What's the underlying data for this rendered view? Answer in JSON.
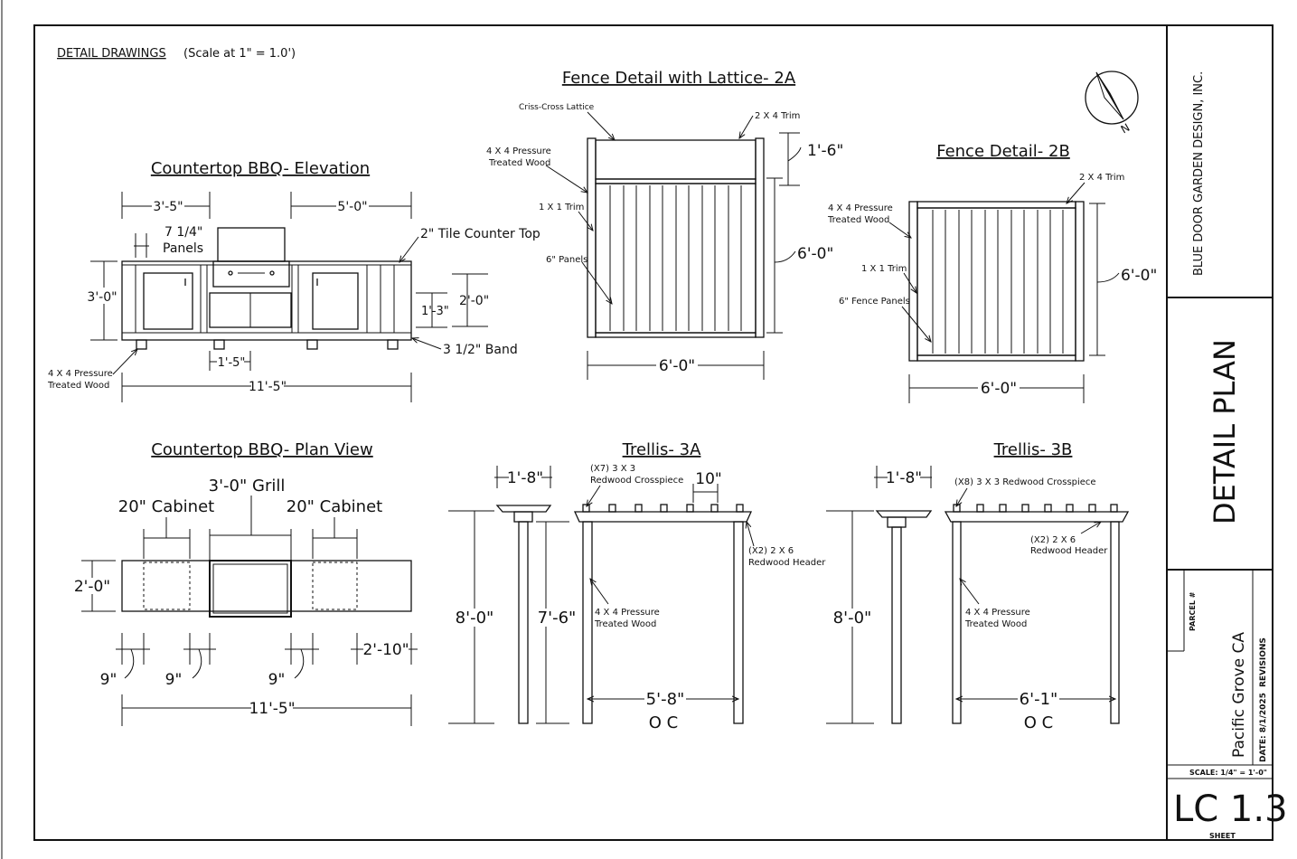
{
  "sheet": {
    "header": "DETAIL DRAWINGS",
    "scale_note": "(Scale at 1\" = 1.0')"
  },
  "bbq_elevation": {
    "title": "Countertop BBQ-  Elevation",
    "dim_left_top": "3'-5\"",
    "dim_right_top": "5'-0\"",
    "panels_width": "7 1/4\"",
    "panels_label": "Panels",
    "counter_label": "2\" Tile Counter Top",
    "height": "3'-0\"",
    "door_height": "2'-0\"",
    "drawer_height": "1'-3\"",
    "drawer_width": "1'-5\"",
    "band_label": "3 1/2\" Band",
    "post_label_1": "4 X 4 Pressure",
    "post_label_2": "Treated Wood",
    "overall": "11'-5\""
  },
  "bbq_plan": {
    "title": "Countertop BBQ- Plan View",
    "grill_label": "3'-0\" Grill",
    "cab_left": "20\" Cabinet",
    "cab_right": "20\" Cabinet",
    "depth": "2'-0\"",
    "gap1": "9\"",
    "gap2": "9\"",
    "gap3": "9\"",
    "end": "2'-10\"",
    "overall": "11'-5\""
  },
  "fence_2a": {
    "title": "Fence Detail with Lattice- 2A",
    "lattice_label": "Criss-Cross Lattice",
    "trim_label": "2 X 4 Trim",
    "post_label_1": "4 X 4 Pressure",
    "post_label_2": "Treated Wood",
    "trim1_label": "1 X 1 Trim",
    "panels_label": "6\" Panels",
    "lattice_height": "1'-6\"",
    "panel_height": "6'-0\"",
    "width": "6'-0\""
  },
  "fence_2b": {
    "title": "Fence Detail- 2B",
    "trim_label": "2 X 4 Trim",
    "post_label_1": "4 X 4 Pressure",
    "post_label_2": "Treated Wood",
    "trim1_label": "1 X 1 Trim",
    "panels_label": "6\" Fence Panels",
    "height": "6'-0\"",
    "width": "6'-0\""
  },
  "trellis_3a": {
    "title": "Trellis- 3A",
    "side_width": "1'-8\"",
    "crosspiece_1": "(X7) 3 X 3",
    "crosspiece_2": "Redwood Crosspiece",
    "spacing": "10\"",
    "header_1": "(X2) 2 X 6",
    "header_2": "Redwood Header",
    "post_1": "4 X 4 Pressure",
    "post_2": "Treated Wood",
    "height_total": "8'-0\"",
    "height_clear": "7'-6\"",
    "span": "5'-8\"",
    "oc": "O C"
  },
  "trellis_3b": {
    "title": "Trellis- 3B",
    "side_width": "1'-8\"",
    "crosspiece": "(X8) 3 X 3 Redwood Crosspiece",
    "header_1": "(X2) 2 X 6",
    "header_2": "Redwood Header",
    "post_1": "4 X 4 Pressure",
    "post_2": "Treated Wood",
    "height_total": "8'-0\"",
    "span": "6'-1\"",
    "oc": "O C"
  },
  "title_block": {
    "company": "BLUE DOOR GARDEN DESIGN, INC.",
    "plan_name": "DETAIL PLAN",
    "parcel": "PARCEL #",
    "location": "Pacific Grove CA",
    "date": "DATE: 8/1/2025",
    "revisions": "REVISIONS",
    "scale": "SCALE: 1/4\" = 1'-0\"",
    "sheet_no": "LC 1.3",
    "sheet_label": "SHEET"
  }
}
